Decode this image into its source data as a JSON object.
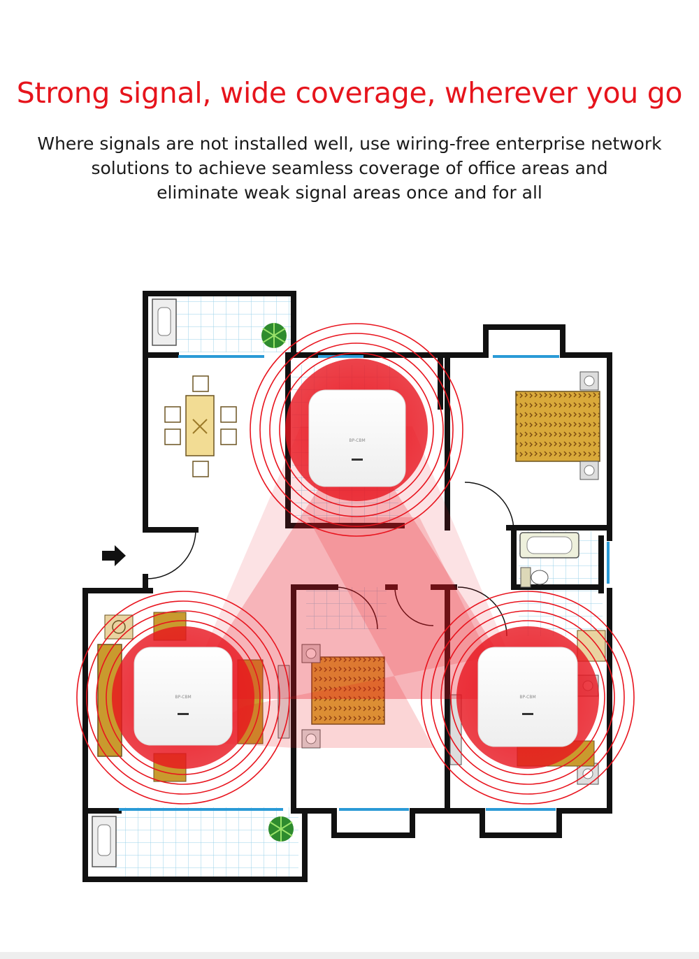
{
  "headline": "Strong signal, wide coverage, wherever you go",
  "subtext": [
    "Where signals are not installed well, use wiring-free enterprise network",
    "solutions to achieve seamless coverage of office areas and",
    "eliminate weak signal areas once and for all"
  ],
  "device_brand": "BP-CBM",
  "colors": {
    "headline": "#e6141c",
    "signal": "#e8141e",
    "wall": "#111111",
    "window": "#2a9ad6",
    "tile_grid": "#9ad0e8",
    "bed": "#c99a2e"
  },
  "icons": [
    "entrance-arrow-icon",
    "plant-icon",
    "sink-icon",
    "toilet-icon",
    "bathtub-icon"
  ]
}
